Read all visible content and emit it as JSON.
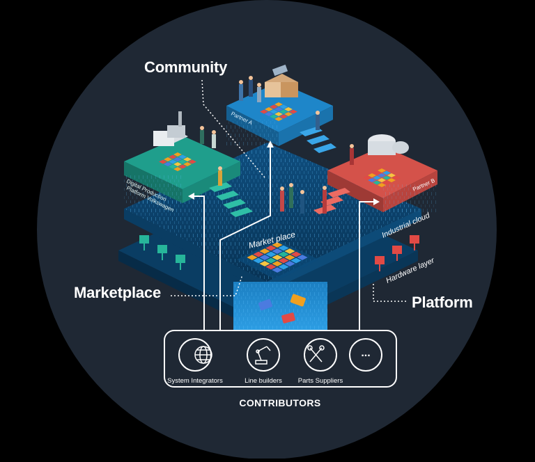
{
  "labels": {
    "community": "Community",
    "marketplace": "Marketplace",
    "platform": "Platform",
    "contributors": "CONTRIBUTORS",
    "market_place": "Market place",
    "industrial_cloud": "Industrial cloud",
    "hardware_layer": "Hardware layer",
    "partner_a": "Partner A",
    "partner_b": "Partner B",
    "left_platform_line1": "Digital Production",
    "left_platform_line2": "Platform Volkswagen"
  },
  "contributors": [
    {
      "name": "System Integrators",
      "icon": "globe-network-icon"
    },
    {
      "name": "Line builders",
      "icon": "robot-arm-icon"
    },
    {
      "name": "Parts Suppliers",
      "icon": "wrench-screwdriver-icon"
    },
    {
      "name": "",
      "icon": "more-dots-icon",
      "symbol": "..."
    }
  ],
  "colors": {
    "circle_bg": "#1f2834",
    "deep_blue": "#0e5d93",
    "teal": "#1f9e8c",
    "light_blue": "#1e86c9",
    "red": "#d4524a",
    "white": "#ffffff"
  }
}
